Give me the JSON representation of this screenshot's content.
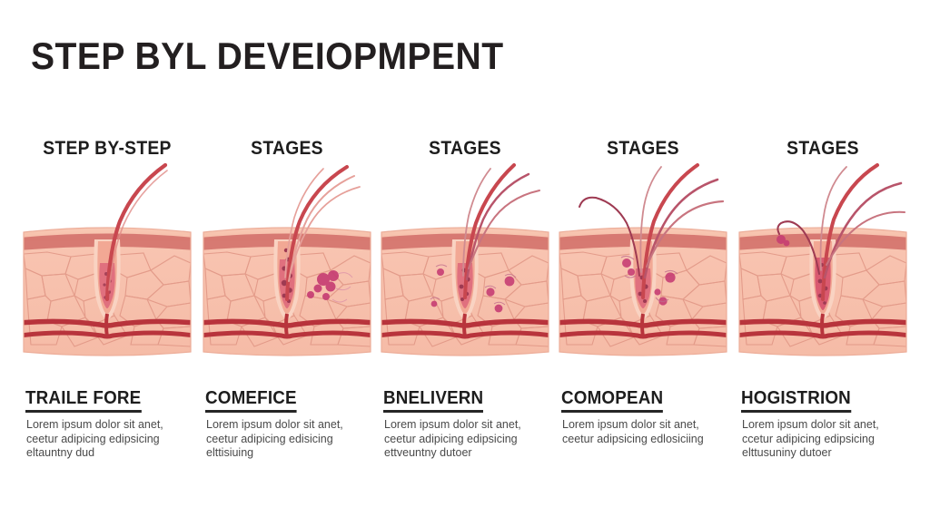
{
  "title": "STEP BYL DEVEIOPMPENT",
  "palette": {
    "epidermis_light": "#f9cbb7",
    "epidermis_mid": "#f4b49d",
    "stratum_band": "#d4736c",
    "dermis_fill": "#f7c0ae",
    "cell_outline": "#e09584",
    "follicle_pink": "#f2a894",
    "hair_red": "#c8474f",
    "hair_dark": "#9e3a52",
    "vessel_red": "#b8343c",
    "lesion_magenta": "#c63b72",
    "text_dark": "#1d1d1d",
    "body_text": "#4a4a4a",
    "background": "#ffffff"
  },
  "columns": [
    {
      "header": "STEP BY-STEP",
      "caption": "TRAILE FORE",
      "body": "Lorem ipsum dolor sit anet, ceetur adipicing edipsicing eltauntny dud",
      "diagram": "skin-cross-section-stage-1"
    },
    {
      "header": "STAGES",
      "caption": "COMEFICE",
      "body": "Lorem ipsum dolor sit anet, ceetur adipicing edisicing elttisiuing",
      "diagram": "skin-cross-section-stage-2"
    },
    {
      "header": "STAGES",
      "caption": "BNELIVERN",
      "body": "Lorem ipsum dolor sit anet, ceetur adipicing edipsicing ettveuntny dutoer",
      "diagram": "skin-cross-section-stage-3"
    },
    {
      "header": "STAGES",
      "caption": "COMOPEAN",
      "body": "Lorem ipsum dolor sit anet, ceetur adipsicing edlosiciing",
      "diagram": "skin-cross-section-stage-4"
    },
    {
      "header": "STAGES",
      "caption": "HOGISTRION",
      "body": "Lorem ipsum dolor sit anet, ccetur adipicing edipsicing elttusuniny dutoer",
      "diagram": "skin-cross-section-stage-5"
    }
  ]
}
